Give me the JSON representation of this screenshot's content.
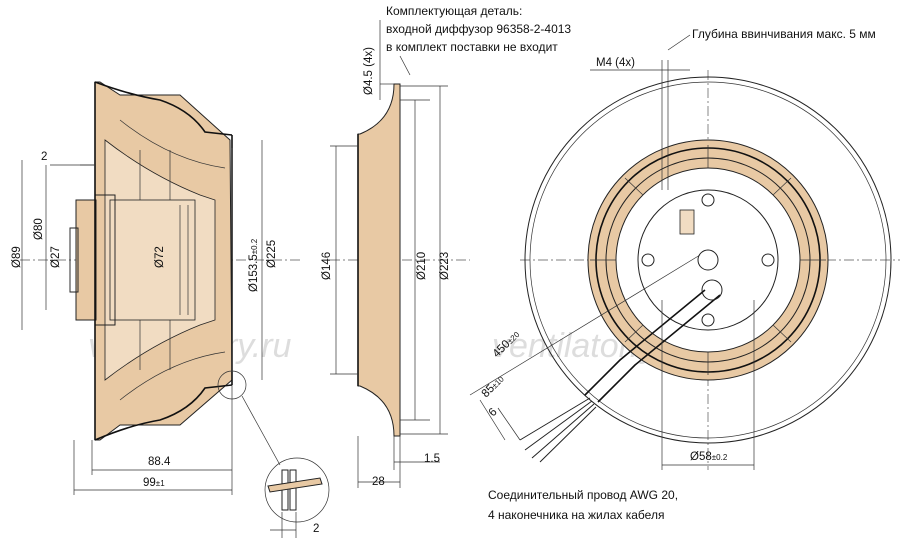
{
  "notes": {
    "part_title": "Комплектующая деталь:",
    "part_line1": "входной диффузор 96358-2-4013",
    "part_line2": "в комплект поставки не входит",
    "depth_note": "Глубина ввинчивания макс. 5 мм",
    "m4_label": "M4 (4x)",
    "cable_line1": "Соединительный провод AWG 20,",
    "cable_line2": "4 наконечника на жилах кабеля"
  },
  "dimensions": {
    "d89": "Ø89",
    "d80": "Ø80",
    "d27": "Ø27",
    "d72": "Ø72",
    "d153": "Ø153.5",
    "d153_tol": "±0.2",
    "d225": "Ø225",
    "gap2_top": "2",
    "w88": "88.4",
    "w99": "99",
    "w99_tol": "±1",
    "gap2_bottom": "2",
    "hole45": "Ø4.5 (4x)",
    "d146": "Ø146",
    "d210": "Ø210",
    "d223": "Ø223",
    "w15": "1.5",
    "w28": "28",
    "cable450": "450",
    "cable450_tol": "±20",
    "cable85": "85",
    "cable85_tol": "±10",
    "cable6": "6",
    "d58": "Ø58",
    "d58_tol": "±0.2"
  },
  "watermarks": [
    "ventilatorry.ru",
    "ventilatorry.ru"
  ],
  "colors": {
    "body": "#e8c9a4",
    "line": "#222222",
    "background": "#ffffff"
  }
}
